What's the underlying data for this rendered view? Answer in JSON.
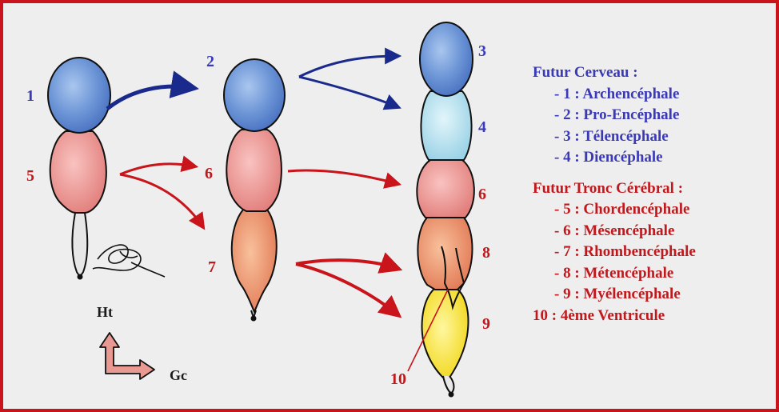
{
  "colors": {
    "frame": "#c8141a",
    "background": "#eeeeee",
    "brain_label": "#3a3ab8",
    "trunk_label": "#c0181c",
    "arrow_blue": "#1a2a8c",
    "arrow_red": "#c8141a"
  },
  "stage_labels": {
    "s1": "1",
    "s5": "5",
    "s2": "2",
    "s6a": "6",
    "s7": "7",
    "s3": "3",
    "s4": "4",
    "s6b": "6",
    "s8": "8",
    "s9": "9",
    "s10": "10"
  },
  "axes": {
    "up": "Ht",
    "right": "Gc"
  },
  "legend": {
    "brain_title": "Futur Cerveau :",
    "brain_items": [
      "- 1 : Archencéphale",
      "- 2 : Pro-Encéphale",
      "- 3 : Télencéphale",
      "- 4 : Diencéphale"
    ],
    "trunk_title": "Futur Tronc Cérébral :",
    "trunk_items": [
      "- 5 : Chordencéphale",
      "- 6 : Mésencéphale",
      "- 7 : Rhombencéphale",
      "- 8 : Métencéphale",
      "- 9 : Myélencéphale"
    ],
    "ventricle": "10 : 4ème Ventricule"
  }
}
